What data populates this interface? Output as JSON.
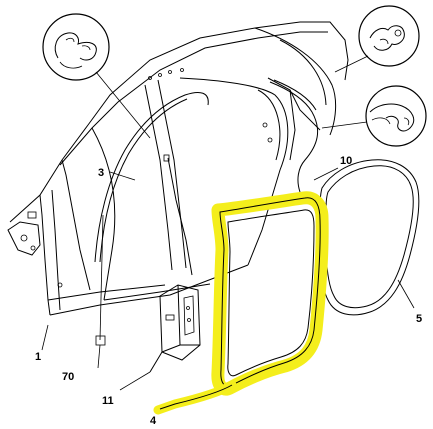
{
  "diagram": {
    "highlight_color": "#f4ee1c",
    "callouts": [
      {
        "id": "1",
        "text": "1"
      },
      {
        "id": "3",
        "text": "3"
      },
      {
        "id": "4",
        "text": "4"
      },
      {
        "id": "5",
        "text": "5"
      },
      {
        "id": "10",
        "text": "10"
      },
      {
        "id": "11",
        "text": "11"
      },
      {
        "id": "70",
        "text": "70"
      }
    ]
  }
}
